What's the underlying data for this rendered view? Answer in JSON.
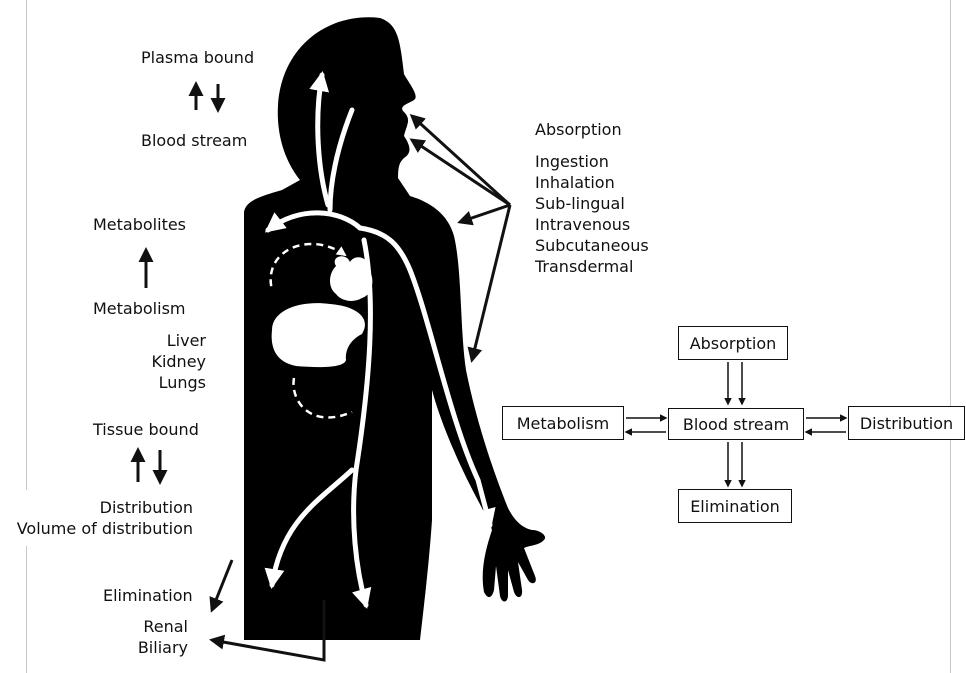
{
  "left_labels": {
    "plasma_bound": "Plasma bound",
    "blood_stream": "Blood stream",
    "metabolites": "Metabolites",
    "metabolism": "Metabolism",
    "organs": [
      "Liver",
      "Kidney",
      "Lungs"
    ],
    "tissue_bound": "Tissue bound",
    "distribution": "Distribution",
    "volume_of_distribution": "Volume of distribution",
    "elimination": "Elimination",
    "elimination_routes": [
      "Renal",
      "Biliary"
    ]
  },
  "absorption": {
    "title": "Absorption",
    "routes": [
      "Ingestion",
      "Inhalation",
      "Sub-lingual",
      "Intravenous",
      "Subcutaneous",
      "Transdermal"
    ]
  },
  "flow_boxes": {
    "absorption": "Absorption",
    "metabolism": "Metabolism",
    "blood_stream": "Blood stream",
    "distribution": "Distribution",
    "elimination": "Elimination"
  },
  "colors": {
    "silhouette": "#000000",
    "ink": "#111111",
    "frame": "#c8c8c8"
  }
}
